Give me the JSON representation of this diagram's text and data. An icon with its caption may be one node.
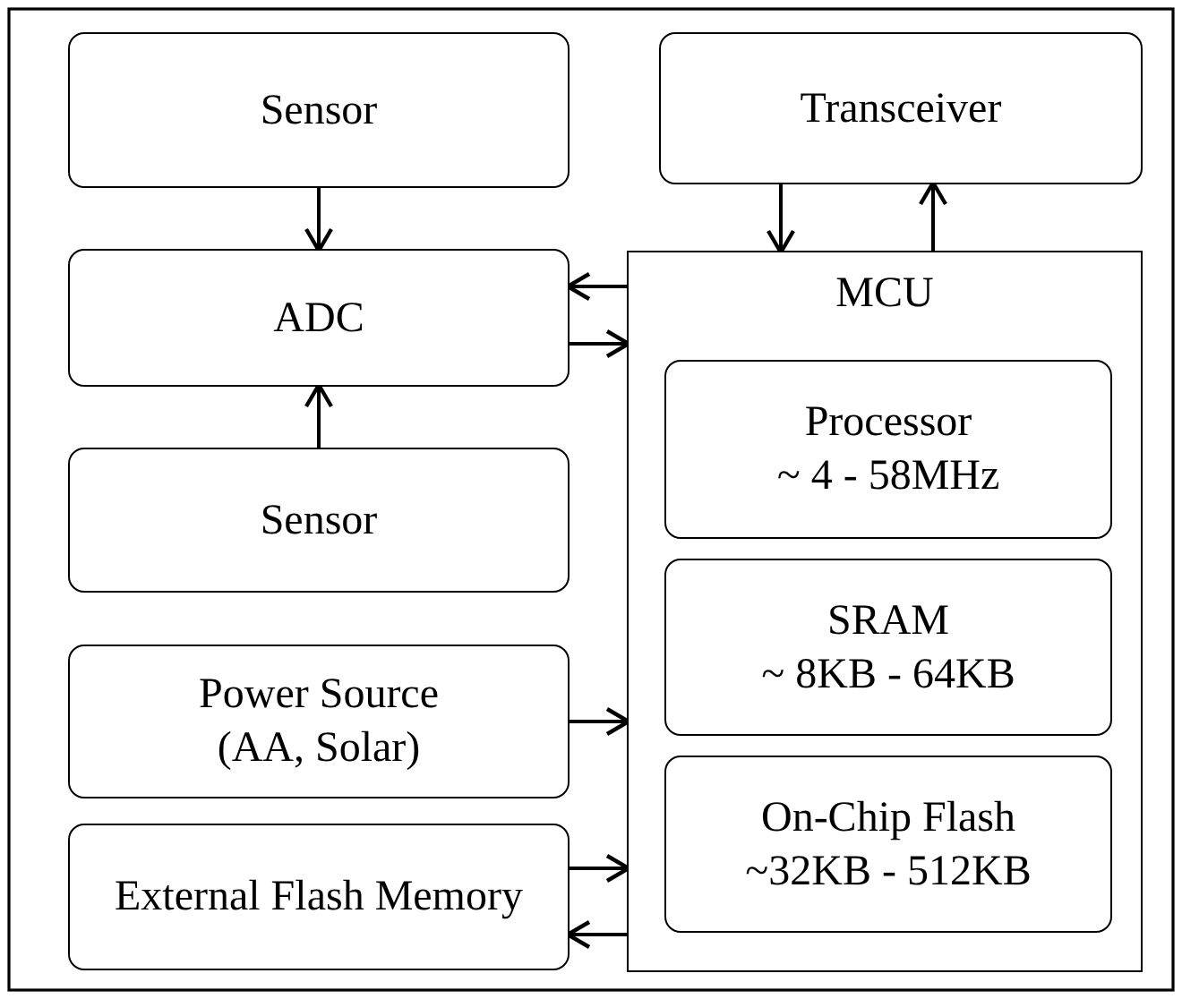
{
  "diagram": {
    "nodes": [
      {
        "text": [
          "Sensor"
        ]
      },
      {
        "text": [
          "Transceiver"
        ]
      },
      {
        "text": [
          "ADC"
        ]
      },
      {
        "text": [
          "MCU"
        ]
      },
      {
        "text": [
          "Processor",
          "~ 4 - 58MHz"
        ],
        "in": 3
      },
      {
        "text": [
          "SRAM",
          "~ 8KB - 64KB"
        ],
        "in": 3
      },
      {
        "text": [
          "On-Chip Flash",
          "~32KB - 512KB"
        ],
        "in": 3
      },
      {
        "text": [
          "Sensor"
        ]
      },
      {
        "text": [
          "Power Source",
          "(AA, Solar)"
        ]
      },
      {
        "text": [
          "External Flash Memory"
        ]
      }
    ],
    "edges": [
      {
        "from": 0,
        "to": 2,
        "arrow": "to"
      },
      {
        "from": 1,
        "to": 3,
        "arrow": "to"
      },
      {
        "from": 3,
        "to": 1,
        "arrow": "to"
      },
      {
        "from": 3,
        "to": 2,
        "arrow": "to"
      },
      {
        "from": 2,
        "to": 3,
        "arrow": "to"
      },
      {
        "from": 7,
        "to": 2,
        "arrow": "to"
      },
      {
        "from": 8,
        "to": 3,
        "arrow": "to"
      },
      {
        "from": 9,
        "to": 3,
        "arrow": "to"
      },
      {
        "from": 3,
        "to": 9,
        "arrow": "to"
      }
    ]
  }
}
